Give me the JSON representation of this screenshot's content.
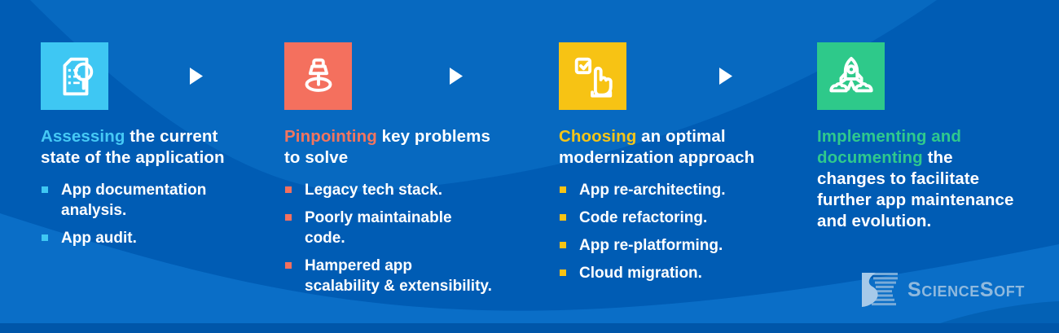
{
  "title": "Application modernization steps infographic",
  "colors": {
    "background_base": "#005CB4",
    "background_light_band": "#0769C0",
    "background_bottom_wave": "#0A6EC7",
    "background_bottom_right_wave": "#0361B5",
    "background_bottom_strip": "#0056A9",
    "body_text": "#FFFFFF",
    "logo_text_color": "#8FB9DE"
  },
  "steps": [
    {
      "id": "assessing",
      "icon": "document-search-icon",
      "tile_color": "#3EC7F3",
      "accent_color": "#45C9F5",
      "heading_highlight": "Assessing",
      "heading_rest": " the current\nstate of the application",
      "bullets": [
        "App documentation\nanalysis.",
        "App audit."
      ]
    },
    {
      "id": "pinpointing",
      "icon": "pushpin-icon",
      "tile_color": "#F4705E",
      "accent_color": "#F2755F",
      "heading_highlight": "Pinpointing",
      "heading_rest": " key problems\nto solve",
      "bullets": [
        "Legacy tech stack.",
        "Poorly maintainable\ncode.",
        "Hampered app\nscalability & extensibility."
      ]
    },
    {
      "id": "choosing",
      "icon": "checkbox-hand-icon",
      "tile_color": "#F7C314",
      "accent_color": "#F5C518",
      "heading_highlight": "Choosing",
      "heading_rest": " an optimal\nmodernization approach",
      "bullets": [
        "App re-architecting.",
        "Code refactoring.",
        "App re-platforming.",
        "Cloud migration."
      ]
    },
    {
      "id": "implementing",
      "icon": "rocket-launch-icon",
      "tile_color": "#2EC98A",
      "accent_color": "#2FC98D",
      "heading_highlight": "Implementing and\ndocumenting",
      "heading_rest": " the\nchanges to facilitate\nfurther app maintenance\nand evolution.",
      "bullets": []
    }
  ],
  "separator_arrow": "▶",
  "logo": {
    "text": "ScienceSoft"
  }
}
